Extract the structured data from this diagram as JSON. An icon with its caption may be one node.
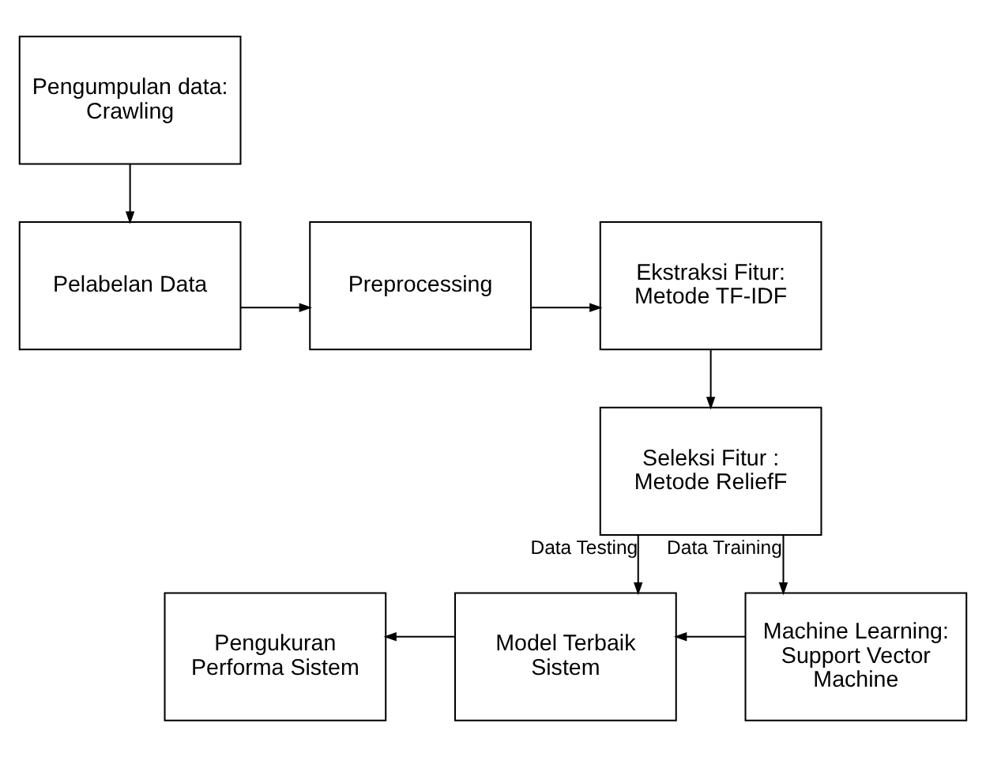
{
  "diagram": {
    "nodes": [
      {
        "text": [
          "Pengumpulan data: Crawling"
        ]
      },
      {
        "text": [
          "Pelabelan Data"
        ]
      },
      {
        "text": [
          "Preprocessing"
        ]
      },
      {
        "text": [
          "Ekstraksi Fitur: Metode TF-IDF"
        ]
      },
      {
        "text": [
          "Seleksi Fitur : Metode ReliefF"
        ]
      },
      {
        "text": [
          "Machine Learning: Support Vector Machine"
        ]
      },
      {
        "text": [
          "Model Terbaik Sistem"
        ]
      },
      {
        "text": [
          "Pengukuran Performa Sistem"
        ]
      }
    ],
    "edges": [
      {
        "from": 0,
        "to": 1,
        "arrow": "to"
      },
      {
        "from": 1,
        "to": 2,
        "arrow": "to"
      },
      {
        "from": 2,
        "to": 3,
        "arrow": "to"
      },
      {
        "from": 3,
        "to": 4,
        "arrow": "to"
      },
      {
        "from": 4,
        "to": 6,
        "arrow": "to",
        "label": "Data Testing"
      },
      {
        "from": 4,
        "to": 5,
        "arrow": "to",
        "label": "Data Training"
      },
      {
        "from": 5,
        "to": 6,
        "arrow": "to"
      },
      {
        "from": 6,
        "to": 7,
        "arrow": "to"
      }
    ]
  }
}
